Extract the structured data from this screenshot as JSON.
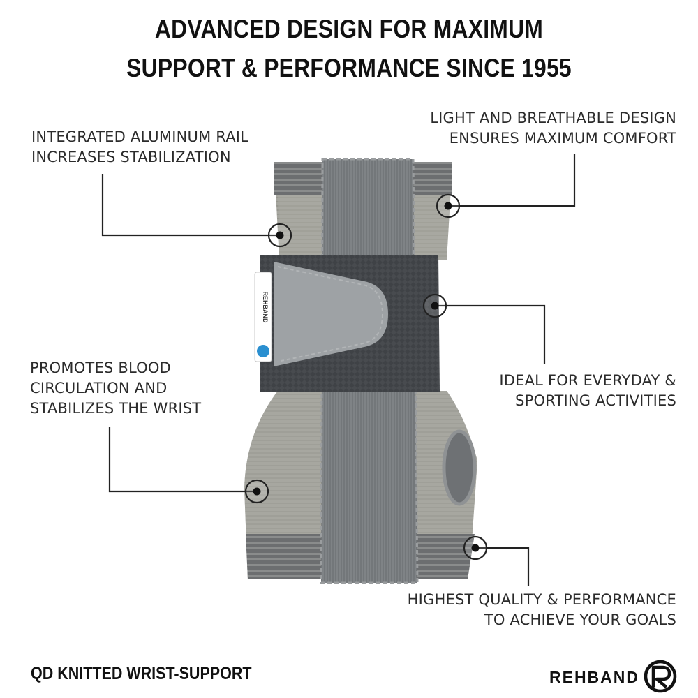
{
  "headline": {
    "line1": "ADVANCED DESIGN FOR MAXIMUM",
    "line2": "SUPPORT & PERFORMANCE SINCE 1955"
  },
  "callouts": {
    "aluminum_rail": {
      "line1": "INTEGRATED ALUMINUM RAIL",
      "line2": "INCREASES STABILIZATION"
    },
    "breathable": {
      "line1": "LIGHT AND BREATHABLE DESIGN",
      "line2": "ENSURES MAXIMUM COMFORT"
    },
    "circulation": {
      "line1": "PROMOTES BLOOD",
      "line2": "CIRCULATION AND",
      "line3": "STABILIZES THE WRIST"
    },
    "everyday": {
      "line1": "IDEAL FOR EVERYDAY &",
      "line2": "SPORTING ACTIVITIES"
    },
    "quality": {
      "line1": "HIGHEST QUALITY & PERFORMANCE",
      "line2": "TO ACHIEVE YOUR GOALS"
    }
  },
  "footer": {
    "product_name": "QD KNITTED WRIST-SUPPORT",
    "brand": "REHBAND"
  },
  "colors": {
    "text": "#111111",
    "callout_text": "#2b2b2b",
    "knit_light": "#a4a49d",
    "knit_dark": "#5e6064",
    "panel": "#7b7f83",
    "strap": "#3d4044",
    "tab": "#9ca0a3",
    "brand_blue": "#2a8fd0"
  },
  "icons": {
    "marker": "target-dot-icon",
    "logo": "rehband-r-logo-icon"
  }
}
